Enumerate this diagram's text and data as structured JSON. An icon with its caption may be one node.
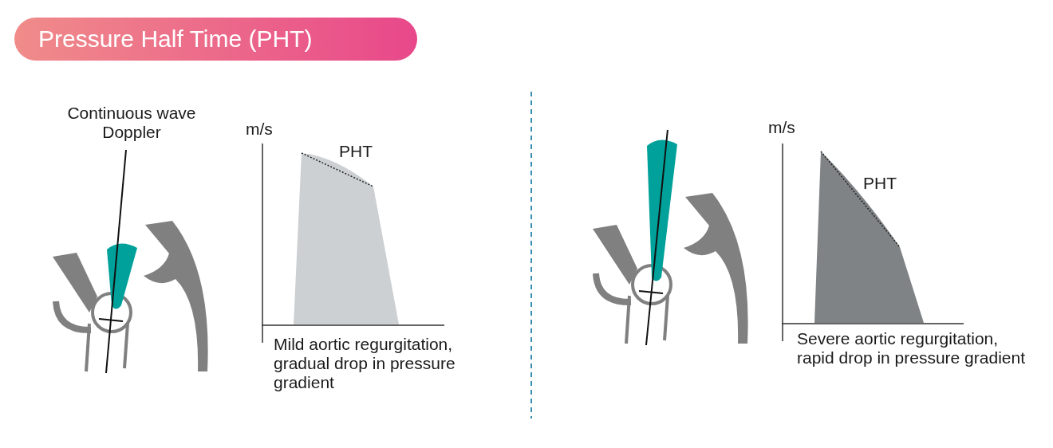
{
  "diagram": {
    "title": "Pressure Half Time (PHT)",
    "labels": [
      "Continuous wave Doppler",
      "m/s",
      "PHT",
      "Mild aortic regurgitation, gradual drop in pressure gradient",
      "m/s",
      "PHT",
      "Severe aortic regurgitation, rapid drop in pressure gradient"
    ]
  }
}
